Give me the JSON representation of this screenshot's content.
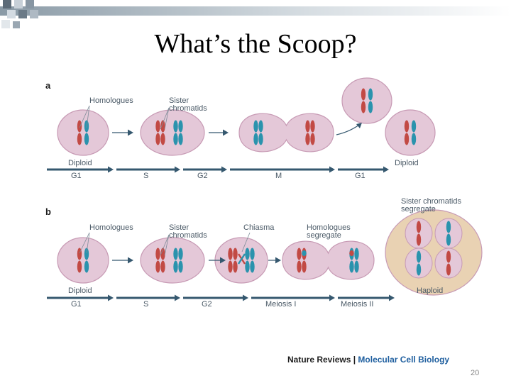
{
  "slide": {
    "title": "What’s the Scoop?",
    "page_number": "20",
    "credit_left": "Nature Reviews",
    "credit_sep": " | ",
    "credit_right": "Molecular Cell Biology"
  },
  "panel_a": {
    "letter": "a",
    "labels": {
      "homologues": "Homologues",
      "sister": "Sister",
      "chromatids": "chromatids",
      "diploid_left": "Diploid",
      "diploid_right": "Diploid"
    },
    "phases": [
      "G1",
      "S",
      "G2",
      "M",
      "G1"
    ]
  },
  "panel_b": {
    "letter": "b",
    "labels": {
      "homologues": "Homologues",
      "sister": "Sister",
      "chromatids": "chromatids",
      "chiasma": "Chiasma",
      "homologues_segregate_1": "Homologues",
      "homologues_segregate_2": "segregate",
      "sister_segregate_1": "Sister chromatids",
      "sister_segregate_2": "segregate",
      "diploid": "Diploid",
      "haploid": "Haploid"
    },
    "phases": [
      "G1",
      "S",
      "G2",
      "Meiosis I",
      "Meiosis II"
    ]
  },
  "colors": {
    "cell_fill": "#e4c8d8",
    "cell_stroke": "#c79ab4",
    "haploid_cell_fill": "#e9d2b3",
    "red": "#c24a44",
    "blue": "#2a93ad",
    "arrow": "#35586f",
    "credit_blue": "#1f5f9f"
  }
}
